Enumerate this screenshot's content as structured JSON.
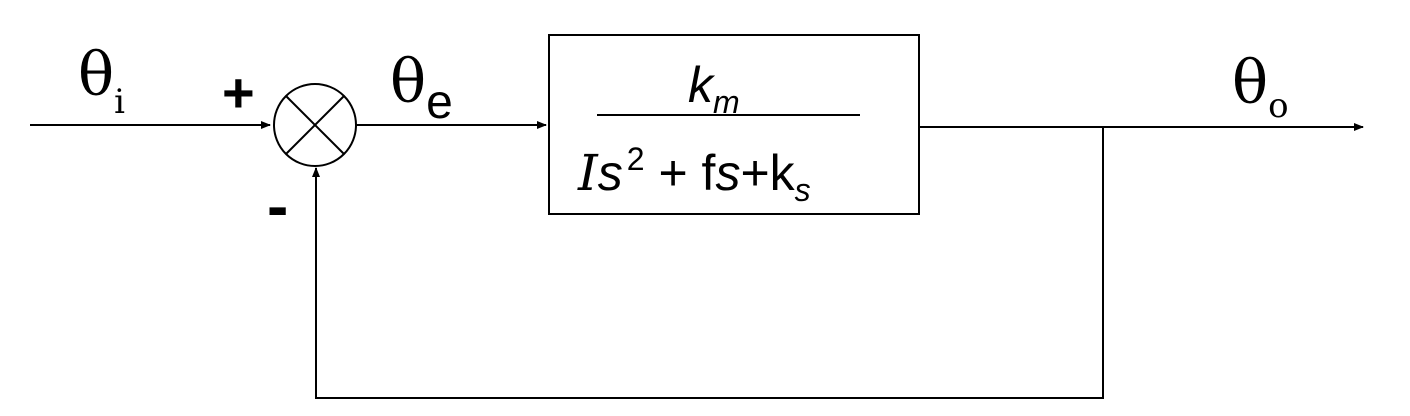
{
  "diagram": {
    "type": "control-system block diagram",
    "colors": {
      "line": "#000000",
      "background": "#ffffff"
    },
    "input": {
      "symbol": "θ",
      "subscript": "i"
    },
    "error": {
      "symbol": "θ",
      "subscript": "e"
    },
    "output": {
      "symbol": "θ",
      "subscript": "o"
    },
    "summing_junction": {
      "plus_sign": "+",
      "minus_sign": "-",
      "icon": "summing-junction-cross"
    },
    "transfer_function": {
      "numerator": {
        "main": "k",
        "sub": "m"
      },
      "denominator": {
        "I": "I",
        "s1": "s",
        "exp": "2",
        "middle": " + f",
        "s2": "s",
        "plus_k": "+k",
        "sub": "s"
      }
    },
    "feedback": "unity"
  }
}
